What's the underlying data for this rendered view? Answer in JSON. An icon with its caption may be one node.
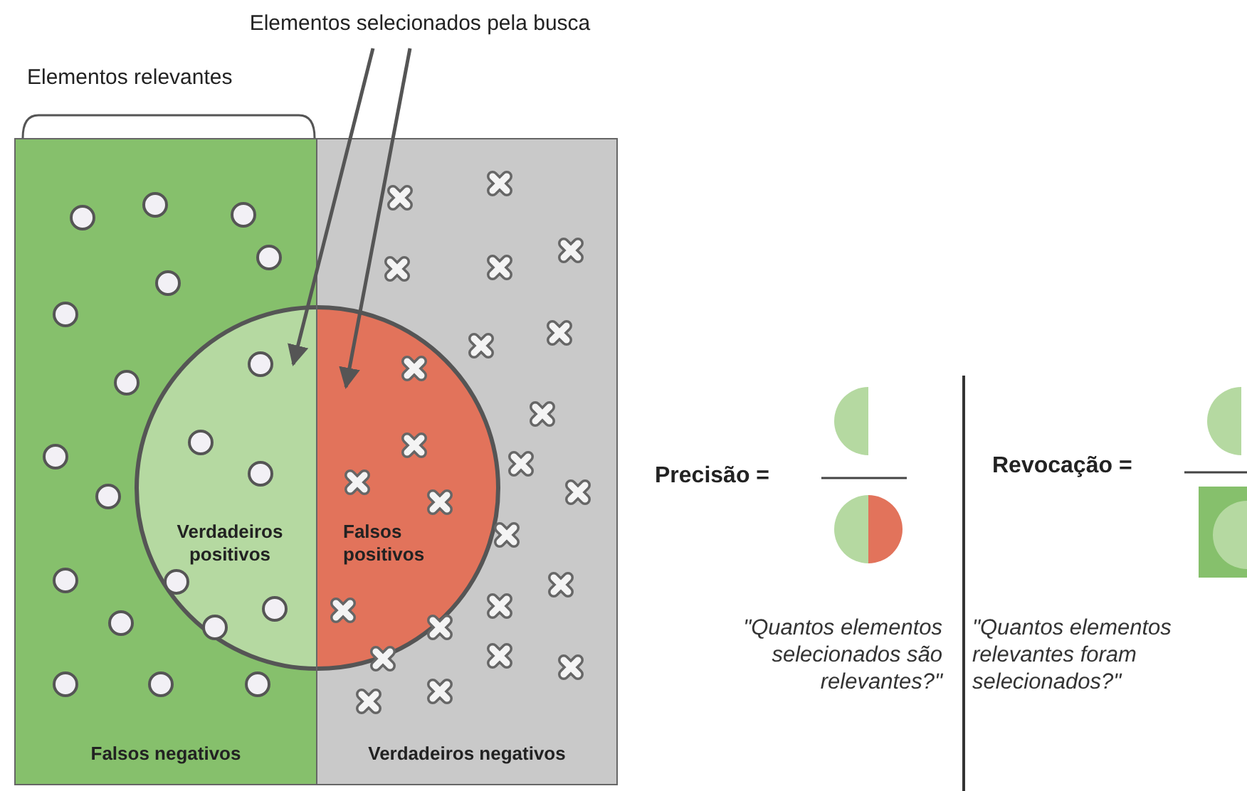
{
  "diagram": {
    "nodes": [
      {
        "text": [
          "Falsos negativos"
        ],
        "beside": [
          "Elementos relevantes"
        ]
      },
      {
        "text": [
          "Verdadeiros negativos"
        ]
      },
      {
        "text": [
          "Elementos selecionados pela busca"
        ]
      },
      {
        "text": [
          "Verdadeiros positivos"
        ],
        "in": 0
      },
      {
        "text": [
          "Falsos positivos"
        ],
        "in": 1
      }
    ],
    "edges": [
      {
        "from": 2,
        "to": 3,
        "arrow": "to"
      },
      {
        "from": 2,
        "to": 4,
        "arrow": "to"
      }
    ],
    "labels": [
      "Precisão =",
      "Revocação =",
      "\"Quantos elementos selecionados são relevantes?\"",
      "\"Quantos elementos relevantes foram selecionados?\""
    ]
  }
}
